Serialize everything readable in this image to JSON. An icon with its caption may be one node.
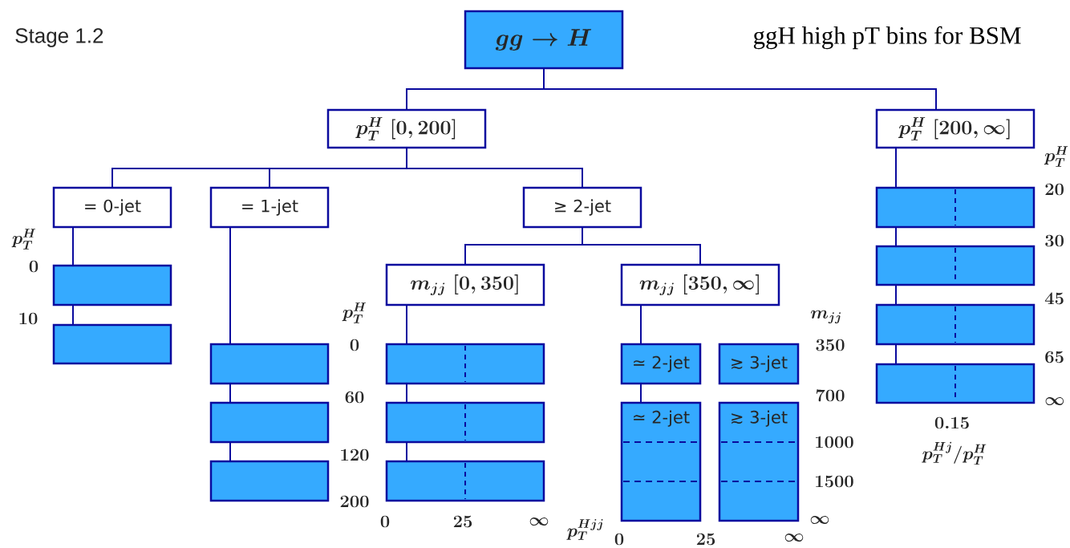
{
  "diagram": {
    "title": "Stage 1.2",
    "nodes": [
      {
        "text": [
          "gg\\to H"
        ]
      },
      {
        "text": [
          "p_T^H\\;[0,200]"
        ]
      },
      {
        "text": [
          "p_T^H\\;[200,\\infty]"
        ]
      },
      {
        "text": [
          "= 0-jet"
        ]
      },
      {
        "text": [
          "= 1-jet"
        ]
      },
      {
        "text": [
          "≥ 2-jet"
        ]
      },
      {
        "text": [],
        "shape": "box"
      },
      {
        "text": [],
        "shape": "box"
      },
      {
        "text": [
          "m_{jj}\\;[0,350]"
        ]
      },
      {
        "text": [
          "m_{jj}\\;[350,\\infty]"
        ]
      },
      {
        "text": [],
        "shape": "box"
      },
      {
        "text": [],
        "shape": "box"
      },
      {
        "text": [],
        "shape": "box"
      },
      {
        "text": [],
        "shape": "box"
      },
      {
        "text": [],
        "shape": "box"
      },
      {
        "text": [],
        "shape": "box"
      },
      {
        "text": [
          "≃ 2-jet"
        ]
      },
      {
        "text": [
          "≳ 3-jet"
        ]
      },
      {
        "text": [
          "≃ 2-jet"
        ]
      },
      {
        "text": [
          "≳ 3-jet"
        ]
      },
      {
        "text": [],
        "shape": "box"
      },
      {
        "text": [],
        "shape": "box"
      },
      {
        "text": [],
        "shape": "box"
      },
      {
        "text": [],
        "shape": "box"
      }
    ],
    "edges": [
      {
        "from": 0,
        "to": 1,
        "arrow": "none"
      },
      {
        "from": 0,
        "to": 2,
        "arrow": "none"
      },
      {
        "from": 1,
        "to": 3,
        "arrow": "none"
      },
      {
        "from": 1,
        "to": 4,
        "arrow": "none"
      },
      {
        "from": 1,
        "to": 5,
        "arrow": "none"
      },
      {
        "from": 3,
        "to": 6,
        "arrow": "none"
      },
      {
        "from": 6,
        "to": 7,
        "arrow": "none"
      },
      {
        "from": 4,
        "to": 10,
        "arrow": "none"
      },
      {
        "from": 10,
        "to": 11,
        "arrow": "none"
      },
      {
        "from": 11,
        "to": 12,
        "arrow": "none"
      },
      {
        "from": 5,
        "to": 8,
        "arrow": "none"
      },
      {
        "from": 5,
        "to": 9,
        "arrow": "none"
      },
      {
        "from": 8,
        "to": 13,
        "arrow": "none"
      },
      {
        "from": 13,
        "to": 14,
        "arrow": "none"
      },
      {
        "from": 14,
        "to": 15,
        "arrow": "none"
      },
      {
        "from": 9,
        "to": 16,
        "arrow": "none"
      },
      {
        "from": 16,
        "to": 18,
        "arrow": "none"
      },
      {
        "from": 2,
        "to": 20,
        "arrow": "none"
      },
      {
        "from": 20,
        "to": 21,
        "arrow": "none"
      },
      {
        "from": 21,
        "to": 22,
        "arrow": "none"
      },
      {
        "from": 22,
        "to": 23,
        "arrow": "none"
      }
    ],
    "labels": [
      "ggH high pT bins for BSM",
      "p_T^H",
      "20",
      "30",
      "45",
      "65",
      "\\infty",
      "0.15",
      "p_T^{Hj}/p_T^H",
      "p_T^H",
      "0",
      "10",
      "p_T^H",
      "0",
      "60",
      "120",
      "200",
      "0",
      "25",
      "\\infty",
      "p_T^{Hjj}",
      "0",
      "25",
      "\\infty",
      "m_{jj}",
      "350",
      "700",
      "1000",
      "1500",
      "\\infty"
    ]
  }
}
